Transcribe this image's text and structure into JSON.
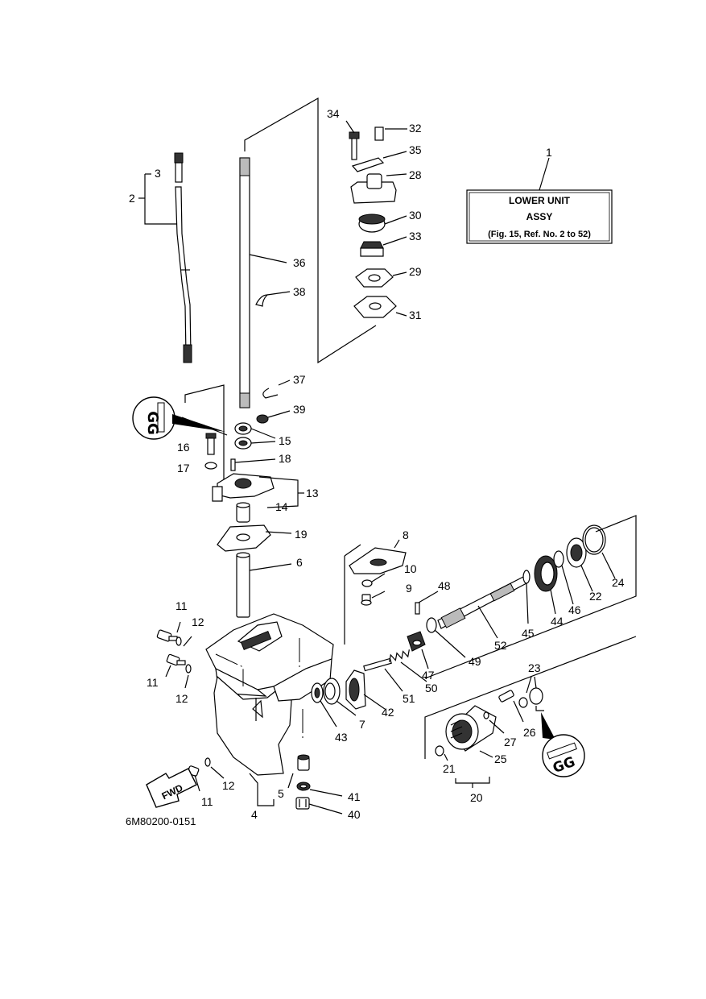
{
  "title_box": {
    "ref": "1",
    "line1": "LOWER UNIT",
    "line2": "ASSY",
    "line3": "(Fig. 15, Ref. No. 2 to 52)"
  },
  "diagram_code": "6M80200-0151",
  "fwd_label": "FWD",
  "callouts": [
    {
      "id": "c2",
      "text": "2"
    },
    {
      "id": "c3",
      "text": "3"
    },
    {
      "id": "c4",
      "text": "4"
    },
    {
      "id": "c5",
      "text": "5"
    },
    {
      "id": "c6",
      "text": "6"
    },
    {
      "id": "c7",
      "text": "7"
    },
    {
      "id": "c8",
      "text": "8"
    },
    {
      "id": "c9",
      "text": "9"
    },
    {
      "id": "c10",
      "text": "10"
    },
    {
      "id": "c11a",
      "text": "11"
    },
    {
      "id": "c11b",
      "text": "11"
    },
    {
      "id": "c11c",
      "text": "11"
    },
    {
      "id": "c12a",
      "text": "12"
    },
    {
      "id": "c12b",
      "text": "12"
    },
    {
      "id": "c12c",
      "text": "12"
    },
    {
      "id": "c13",
      "text": "13"
    },
    {
      "id": "c14",
      "text": "14"
    },
    {
      "id": "c15",
      "text": "15"
    },
    {
      "id": "c16",
      "text": "16"
    },
    {
      "id": "c17",
      "text": "17"
    },
    {
      "id": "c18",
      "text": "18"
    },
    {
      "id": "c19",
      "text": "19"
    },
    {
      "id": "c20",
      "text": "20"
    },
    {
      "id": "c21",
      "text": "21"
    },
    {
      "id": "c22",
      "text": "22"
    },
    {
      "id": "c23",
      "text": "23"
    },
    {
      "id": "c24",
      "text": "24"
    },
    {
      "id": "c25",
      "text": "25"
    },
    {
      "id": "c26",
      "text": "26"
    },
    {
      "id": "c27",
      "text": "27"
    },
    {
      "id": "c28",
      "text": "28"
    },
    {
      "id": "c29",
      "text": "29"
    },
    {
      "id": "c30",
      "text": "30"
    },
    {
      "id": "c31",
      "text": "31"
    },
    {
      "id": "c32",
      "text": "32"
    },
    {
      "id": "c33",
      "text": "33"
    },
    {
      "id": "c34",
      "text": "34"
    },
    {
      "id": "c35",
      "text": "35"
    },
    {
      "id": "c36",
      "text": "36"
    },
    {
      "id": "c37",
      "text": "37"
    },
    {
      "id": "c38",
      "text": "38"
    },
    {
      "id": "c39",
      "text": "39"
    },
    {
      "id": "c40",
      "text": "40"
    },
    {
      "id": "c41",
      "text": "41"
    },
    {
      "id": "c42",
      "text": "42"
    },
    {
      "id": "c43",
      "text": "43"
    },
    {
      "id": "c44",
      "text": "44"
    },
    {
      "id": "c45",
      "text": "45"
    },
    {
      "id": "c46",
      "text": "46"
    },
    {
      "id": "c47",
      "text": "47"
    },
    {
      "id": "c48",
      "text": "48"
    },
    {
      "id": "c49",
      "text": "49"
    },
    {
      "id": "c50",
      "text": "50"
    },
    {
      "id": "c51",
      "text": "51"
    },
    {
      "id": "c52",
      "text": "52"
    }
  ]
}
